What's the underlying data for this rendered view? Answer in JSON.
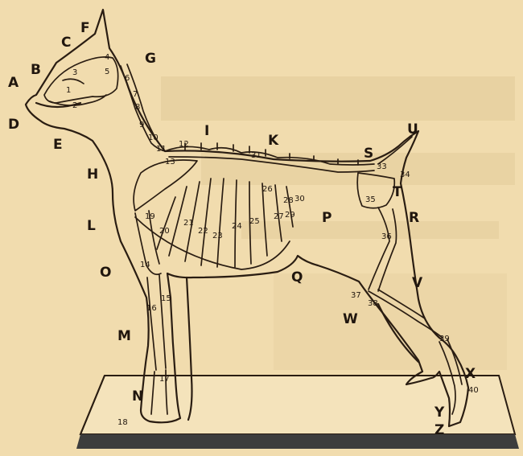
{
  "background": "#f1dcae",
  "ink_color": "#2a1d12",
  "base_color": "#f4e3bb",
  "base_edge_color": "#3a3a3a",
  "letters": [
    "A",
    "B",
    "C",
    "F",
    "G",
    "D",
    "E",
    "H",
    "I",
    "K",
    "U",
    "S",
    "T",
    "R",
    "P",
    "L",
    "O",
    "Q",
    "V",
    "W",
    "M",
    "N",
    "X",
    "Y",
    "Z"
  ],
  "numbers": [
    "1",
    "2",
    "3",
    "4",
    "5",
    "6",
    "7",
    "8",
    "9",
    "10",
    "11",
    "12",
    "13",
    "31",
    "33",
    "34",
    "35",
    "36",
    "28",
    "30",
    "26",
    "27",
    "29",
    "19",
    "20",
    "21",
    "22",
    "23",
    "24",
    "25",
    "14",
    "15",
    "16",
    "17",
    "18",
    "37",
    "38",
    "39",
    "40"
  ]
}
